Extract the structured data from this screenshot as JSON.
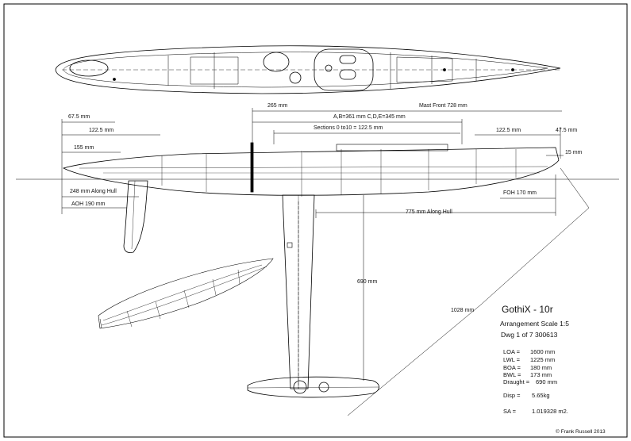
{
  "title_block": {
    "title": "GothiX - 10r",
    "subtitle": "Arrangement  Scale 1:5",
    "drawing": "Dwg 1 of 7  300613",
    "specs": [
      {
        "label": "LOA =",
        "value": "1600 mm"
      },
      {
        "label": "LWL =",
        "value": "1225 mm"
      },
      {
        "label": "BOA =",
        "value": "180  mm"
      },
      {
        "label": "BWL =",
        "value": "173  mm"
      },
      {
        "label": "Draught =",
        "value": "690 mm"
      }
    ],
    "disp_label": "Disp =",
    "disp_value": "5.65kg",
    "sa_label": "SA =",
    "sa_value": "1.019328 m2.",
    "copyright": "© Frank Russell 2013"
  },
  "dimensions": {
    "d265": "265 mm",
    "mast_front": "Mast Front 728 mm",
    "d67_5": "67.5 mm",
    "d122_5_left": "122.5 mm",
    "ab_cde": "A,B=361 mm  C,D,E=345 mm",
    "sections": "Sections 0 to10 = 122.5 mm",
    "d122_5_right": "122.5 mm",
    "d47_5": "47.5 mm",
    "d155": "155 mm",
    "d15": "15 mm",
    "along_248": "248 mm Along Hull",
    "foh": "FOH 170 mm",
    "aoh": "AOH 190 mm",
    "along_775": "775 mm Along Hull",
    "d690": "690 mm",
    "d1028": "1028 mm"
  }
}
